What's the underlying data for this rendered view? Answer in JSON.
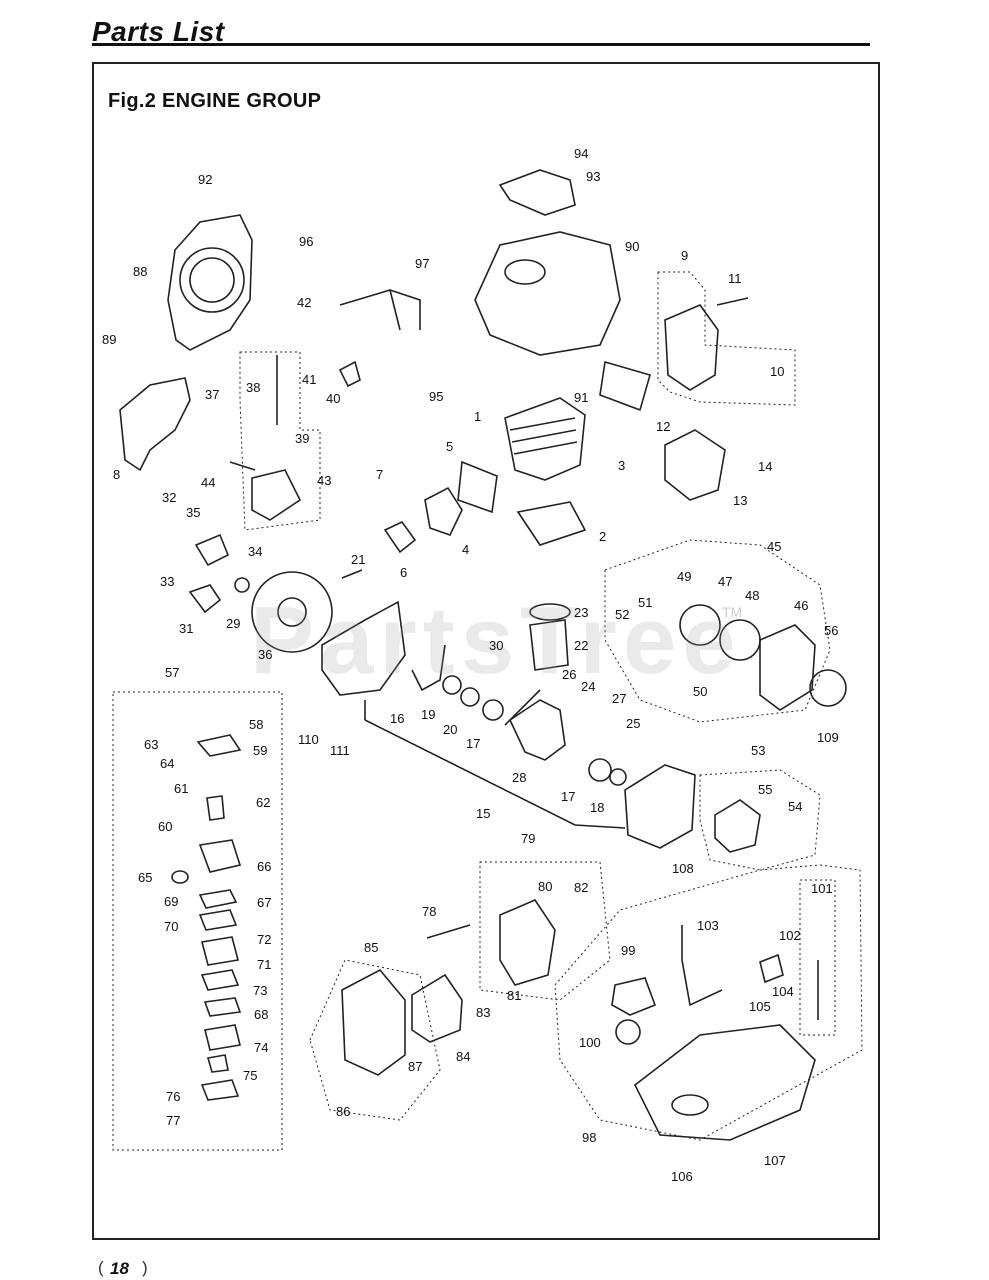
{
  "header": {
    "title": "Parts List"
  },
  "figure": {
    "title": "Fig.2 ENGINE GROUP"
  },
  "watermark": {
    "text": "PartsTree",
    "tm": "TM"
  },
  "page": {
    "number": "18"
  },
  "callouts": {
    "n1": "1",
    "n2": "2",
    "n3": "3",
    "n4": "4",
    "n5": "5",
    "n6": "6",
    "n7": "7",
    "n8": "8",
    "n9": "9",
    "n10": "10",
    "n11": "11",
    "n12": "12",
    "n13": "13",
    "n14": "14",
    "n15": "15",
    "n16": "16",
    "n17a": "17",
    "n17b": "17",
    "n18": "18",
    "n19": "19",
    "n20": "20",
    "n21": "21",
    "n22": "22",
    "n23": "23",
    "n24": "24",
    "n25": "25",
    "n26": "26",
    "n27": "27",
    "n28": "28",
    "n29": "29",
    "n30": "30",
    "n31": "31",
    "n32": "32",
    "n33": "33",
    "n34": "34",
    "n35": "35",
    "n36": "36",
    "n37": "37",
    "n38": "38",
    "n39": "39",
    "n40": "40",
    "n41": "41",
    "n42": "42",
    "n43": "43",
    "n44": "44",
    "n45": "45",
    "n46": "46",
    "n47": "47",
    "n48": "48",
    "n49": "49",
    "n50": "50",
    "n51": "51",
    "n52": "52",
    "n53": "53",
    "n54": "54",
    "n55": "55",
    "n56": "56",
    "n57": "57",
    "n58": "58",
    "n59": "59",
    "n60": "60",
    "n61": "61",
    "n62": "62",
    "n63": "63",
    "n64": "64",
    "n65": "65",
    "n66": "66",
    "n67": "67",
    "n68": "68",
    "n69": "69",
    "n70": "70",
    "n71": "71",
    "n72": "72",
    "n73": "73",
    "n74": "74",
    "n75": "75",
    "n76": "76",
    "n77": "77",
    "n78": "78",
    "n79": "79",
    "n80": "80",
    "n81": "81",
    "n82": "82",
    "n83": "83",
    "n84": "84",
    "n85": "85",
    "n86": "86",
    "n87": "87",
    "n88": "88",
    "n89": "89",
    "n90": "90",
    "n91": "91",
    "n92": "92",
    "n93": "93",
    "n94": "94",
    "n95": "95",
    "n96": "96",
    "n97": "97",
    "n98": "98",
    "n99": "99",
    "n100": "100",
    "n101": "101",
    "n102": "102",
    "n103": "103",
    "n104": "104",
    "n105": "105",
    "n106": "106",
    "n107": "107",
    "n108": "108",
    "n109": "109",
    "n110": "110",
    "n111": "111"
  }
}
